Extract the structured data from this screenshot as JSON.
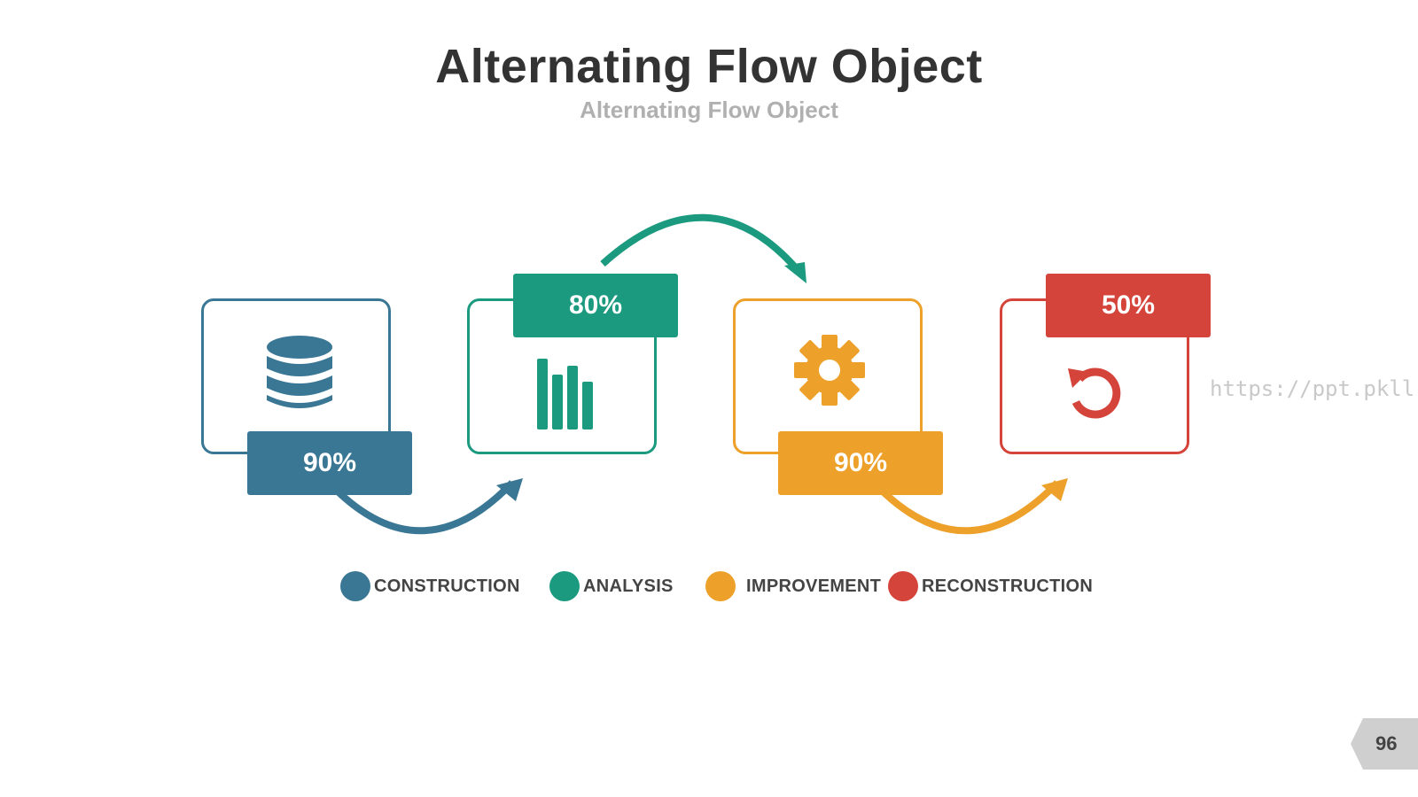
{
  "header": {
    "title": "Alternating Flow Object",
    "subtitle": "Alternating Flow Object"
  },
  "steps": [
    {
      "percent": "90%",
      "color": "#3a7795",
      "icon": "database-icon"
    },
    {
      "percent": "80%",
      "color": "#1b9a7f",
      "icon": "bar-chart-icon"
    },
    {
      "percent": "90%",
      "color": "#eda02a",
      "icon": "gear-icon"
    },
    {
      "percent": "50%",
      "color": "#d5443a",
      "icon": "refresh-icon"
    }
  ],
  "legend": [
    {
      "label": "CONSTRUCTION",
      "color": "#3a7795"
    },
    {
      "label": "ANALYSIS",
      "color": "#1b9a7f"
    },
    {
      "label": "IMPROVEMENT",
      "color": "#eda02a"
    },
    {
      "label": "RECONSTRUCTION",
      "color": "#d5443a"
    }
  ],
  "watermark": "https://ppt.pkll.de",
  "page_number": "96"
}
